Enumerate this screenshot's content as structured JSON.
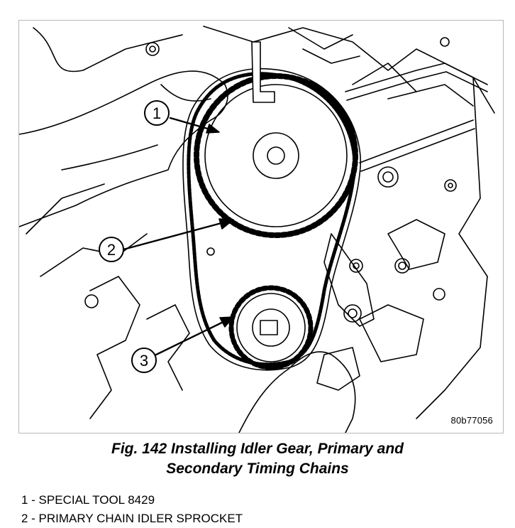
{
  "figure": {
    "code": "80b77056",
    "callouts": [
      "1",
      "2",
      "3"
    ]
  },
  "caption": {
    "line1": "Fig. 142 Installing Idler Gear, Primary and",
    "line2": "Secondary Timing Chains"
  },
  "legend": [
    "1 - SPECIAL TOOL 8429",
    "2 - PRIMARY CHAIN IDLER SPROCKET"
  ]
}
